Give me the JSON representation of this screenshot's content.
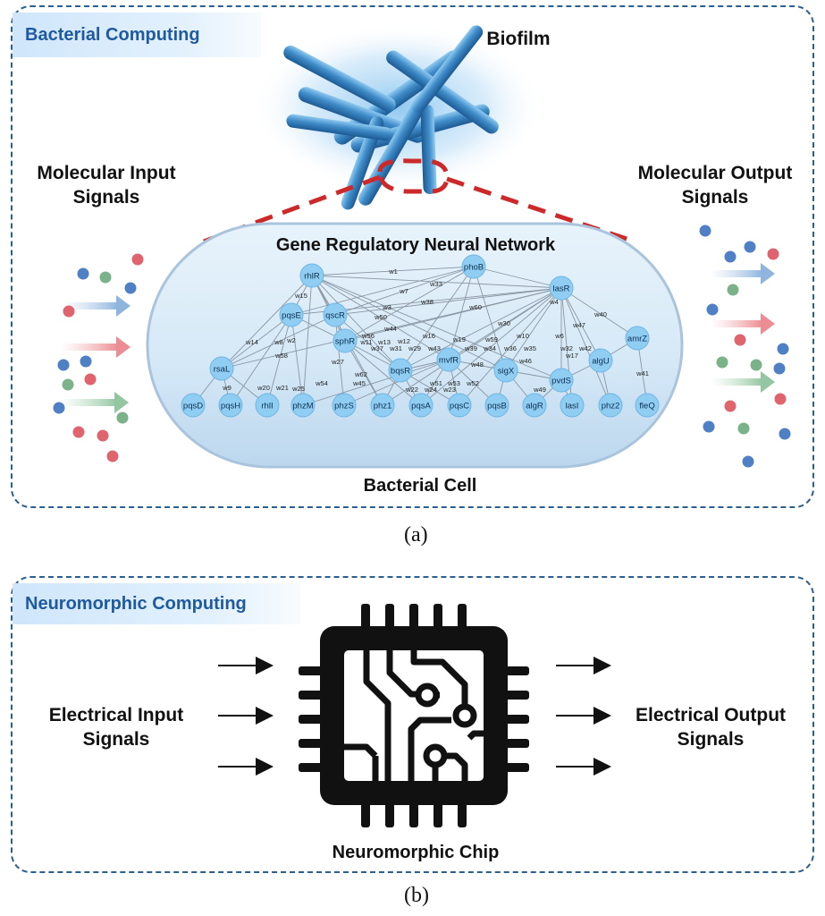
{
  "panel_a": {
    "tag": "Bacterial Computing",
    "biofilm_label": "Biofilm",
    "input_label_1": "Molecular Input",
    "input_label_2": "Signals",
    "output_label_1": "Molecular Output",
    "output_label_2": "Signals",
    "network_title": "Gene Regulatory Neural Network",
    "cell_label": "Bacterial Cell",
    "caption": "(a)"
  },
  "panel_b": {
    "tag": "Neuromorphic Computing",
    "input_label_1": "Electrical Input",
    "input_label_2": "Signals",
    "output_label_1": "Electrical Output",
    "output_label_2": "Signals",
    "chip_label": "Neuromorphic Chip",
    "caption": "(b)"
  },
  "colors": {
    "panel_border": "#2b5f8f",
    "tag_text": "#1f5aa0",
    "node_fill": "#8fcdf3",
    "dot_blue": "#4f7fc4",
    "dot_red": "#e0646e",
    "dot_green": "#7bb28a",
    "zoom_dash": "#cc2a2a"
  },
  "network": {
    "nodes": [
      "rhlR",
      "phoB",
      "lasR",
      "pqsE",
      "qscR",
      "amrZ",
      "sphR",
      "rsaL",
      "bqsR",
      "mvfR",
      "sigX",
      "algU",
      "pvdS",
      "pqsD",
      "pqsH",
      "rhlI",
      "phzM",
      "phzS",
      "phz1",
      "pqsA",
      "pqsC",
      "pqsB",
      "algR",
      "lasI",
      "phz2",
      "fleQ"
    ],
    "weights": [
      "w1",
      "w33",
      "w7",
      "w38",
      "w60",
      "w15",
      "w3",
      "w44",
      "w50",
      "w4",
      "w47",
      "w40",
      "w30",
      "w14",
      "w8",
      "w2",
      "w56",
      "w11",
      "w13",
      "w12",
      "w16",
      "w19",
      "w59",
      "w10",
      "w6",
      "w37",
      "w31",
      "w29",
      "w43",
      "w39",
      "w34",
      "w36",
      "w35",
      "w32",
      "w42",
      "w17",
      "w58",
      "w27",
      "w48",
      "w46",
      "w62",
      "w45",
      "w54",
      "w25",
      "w21",
      "w20",
      "w9",
      "w51",
      "w53",
      "w52",
      "w22",
      "w24",
      "w23",
      "w49",
      "w41"
    ]
  }
}
